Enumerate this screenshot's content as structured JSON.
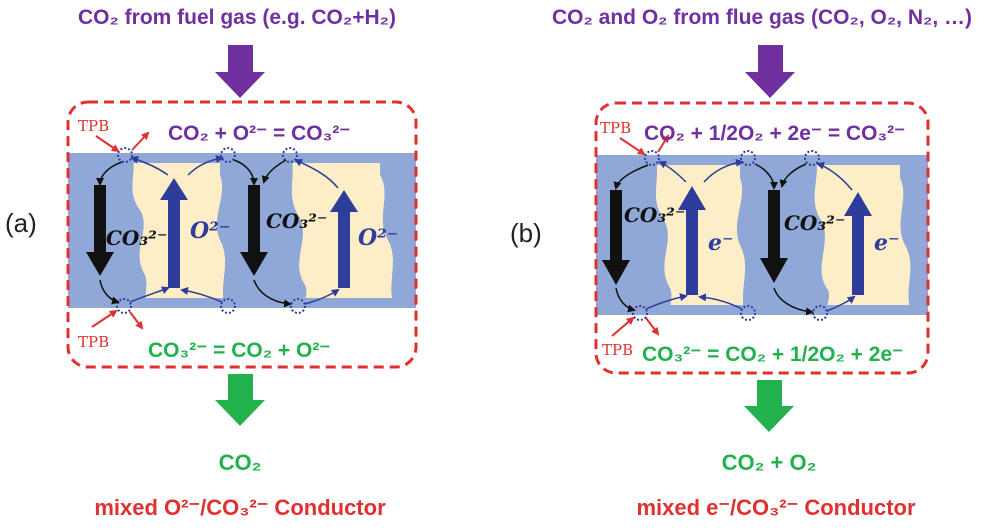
{
  "panel_a": {
    "label": "(a)",
    "input": "CO₂ from fuel gas (e.g. CO₂+H₂)",
    "top_reaction": "CO₂ + O²⁻ = CO₃²⁻",
    "bottom_reaction": "CO₃²⁻ = CO₂ + O²⁻",
    "tpb_top": "TPB",
    "tpb_bottom": "TPB",
    "carbonate_label": "CO₃²⁻",
    "carrier_label": "O²⁻",
    "output": "CO₂",
    "conductor": "mixed O²⁻/CO₃²⁻ Conductor"
  },
  "panel_b": {
    "label": "(b)",
    "input": "CO₂ and O₂ from flue gas (CO₂, O₂, N₂, …)",
    "top_reaction": "CO₂ + 1/2O₂ + 2e⁻ = CO₃²⁻",
    "bottom_reaction": "CO₃²⁻ = CO₂ + 1/2O₂ + 2e⁻",
    "tpb_top": "TPB",
    "tpb_bottom": "TPB",
    "carbonate_label": "CO₃²⁻",
    "carrier_label": "e⁻",
    "output": "CO₂ + O₂",
    "conductor": "mixed e⁻/CO₃²⁻ Conductor"
  },
  "colors": {
    "purple": "#7030a0",
    "green": "#22b14c",
    "red": "#e03030",
    "carbonate_phase": "#8fa8d8",
    "oxide_phase": "#fdeec8",
    "ion_arrow": "#2e3d9c"
  }
}
